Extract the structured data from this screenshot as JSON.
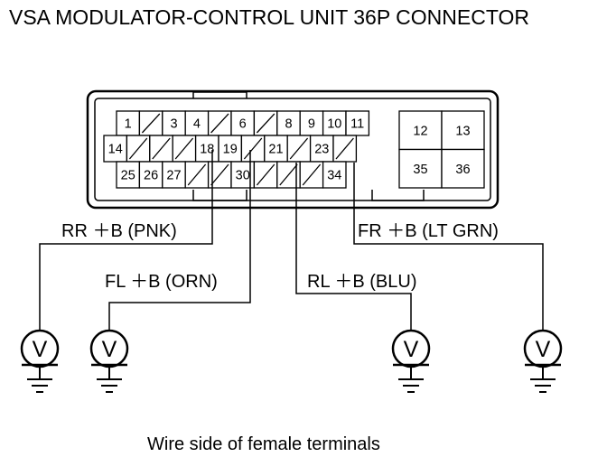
{
  "title": "VSA MODULATOR-CONTROL UNIT 36P CONNECTOR",
  "caption": "Wire side of female terminals",
  "connector": {
    "row1": [
      "1",
      "",
      "3",
      "4",
      "",
      "6",
      "",
      "8",
      "9",
      "10",
      "11"
    ],
    "row2": [
      "14",
      "",
      "",
      "",
      "18",
      "19",
      "",
      "21",
      "",
      "23",
      ""
    ],
    "row3": [
      "25",
      "26",
      "27",
      "",
      "",
      "30",
      "",
      "",
      "",
      "34"
    ],
    "big": [
      "12",
      "13",
      "35",
      "36"
    ]
  },
  "wires": {
    "rr": "RR ＋B (PNK)",
    "fl": "FL ＋B (ORN)",
    "rl": "RL ＋B (BLU)",
    "fr": "FR ＋B (LT GRN)"
  },
  "meter_symbol": "V",
  "icons": [
    "voltmeter-icon",
    "ground-icon"
  ]
}
